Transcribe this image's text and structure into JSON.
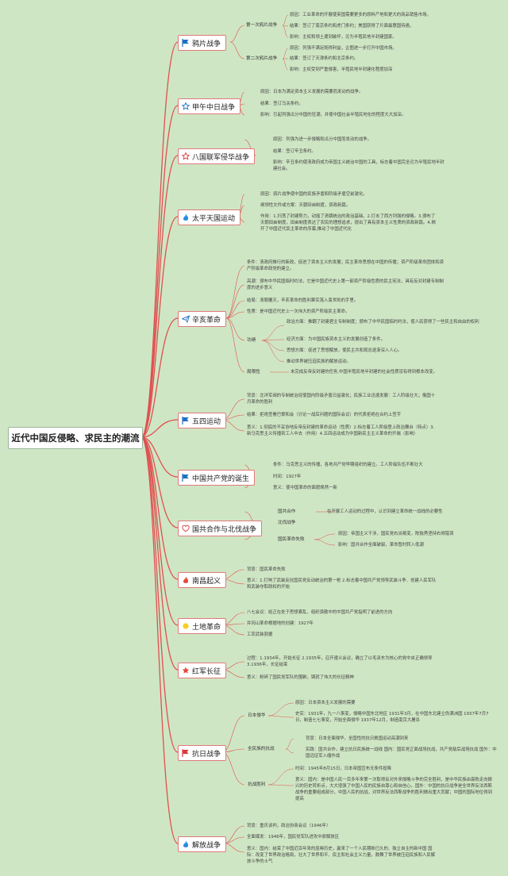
{
  "root": "近代中国反侵略、求民主的潮流",
  "opium": {
    "title": "鸦片战争",
    "war1": "第一次鸦片战争",
    "w1_cause": "原因：工业革命的开展使英国需要更多的原料产地和更大的商品销售市场。",
    "w1_result": "结果：签订了南京条约和虎门条约；美国获得了片面最惠国待遇。",
    "w1_impact": "影响：主权和领土遭到破坏，沦为半殖民地半封建国家。",
    "war2": "第二次鸦片战争",
    "w2_cause": "原因：列强不满足既得利益，企图进一步打开中国市场。",
    "w2_result": "结果：签订了天津条约和北京条约。",
    "w2_impact": "影响：主权受到严重侵害，半殖民地半封建化程度加深"
  },
  "sino_japanese": {
    "title": "甲午中日战争",
    "cause": "原因：日本为满足资本主义发展的需要而发动的战争。",
    "result": "结果：签订马关条约。",
    "impact": "影响：引起列强瓜分中国的狂潮，并使中国社会半殖民地化的程度大大加深。"
  },
  "eight_nation": {
    "title": "八国联军侵华战争",
    "cause": "原因：列强为进一步侵略和瓜分中国而发动的战争。",
    "result": "结果：签订辛丑条约。",
    "impact": "影响：辛丑条约使清政府成为帝国主义统治中国的工具，标志着中国完全沦为半殖民地半封建社会。"
  },
  "taiping": {
    "title": "太平天国运动",
    "cause": "原因：鸦片战争使中国的民族矛盾和阶级矛盾空前激化。",
    "docs": "纲领性文件或方案：天朝田亩制度，资政新篇。",
    "effect": "作用：1.扫荡了封建势力，动摇了清朝统治的政治基础。2.打击了西方列强的侵略。3.颁布了天朝田亩制度，田亩制度表达了农民的理想追求，提出了具有资本主义性质的资政新篇。4.揭开了中国近代民主革命的序幕,推动了中国近代化"
  },
  "xinhai": {
    "title": "辛亥革命",
    "conditions": "条件：清政府推行的新政，促进了资本主义的发展；民主革命思想在中国的传播；资产阶级革命团体和资产阶级革命政党的建立。",
    "wuchang": "高潮：颁布中华民国临时约法，它是中国近代史上第一部资产阶级性质的民主宪法，具有反对封建专制制度的进步意义",
    "result": "结局：清朝覆灭，辛亥革命的胜利果实落入袁世凯的手里。",
    "nature": "性质：是中国近代史上一次伟大的资产阶级民主革命。",
    "merit": "功绩",
    "m_political": "政治方面：推翻了封建君主专制制度；颁布了中华民国临时约法，使人民获得了一些民主和自由的权利",
    "m_economic": "经济方面：为中国民族资本主义的发展创造了条件。",
    "m_thought": "思想方面：促进了思想解放，使民主共和观念逐渐深入人心。",
    "m_colonial": "推动世界被压迫民族的解放运动。",
    "limit_label": "局限性",
    "limit": "未完成反帝反封建的任务,中国半殖民地半封建的社会性质没有得到根本改变。"
  },
  "may4": {
    "title": "五四运动",
    "background": "背景：北洋军阀的专制统治促使国内阶级矛盾日益激化；民族工业迅速发展：工人阶级壮大；俄国十月革命的胜利",
    "result": "结果：拒绝签署巴黎和会（讨论一战后问题的国际会议）的代表拒绝在合约上签字",
    "meaning": "意义：1.彻底的不妥协地反帝反封建的革命运动（性质）2.标志着工人阶级登上政治舞台（特点）3.新马克思主义传播到工人中去（作用）4.五四运动成为中国新民主主义革命的开端（影响）"
  },
  "ccp": {
    "title": "中国共产党的诞生",
    "conditions": "条件：马克思主义的传播，各地共产党早期组织的建立。工人阶级队伍不断壮大",
    "time": "时间：1927年",
    "meaning": "意义：使中国革命的面貌焕然一新"
  },
  "northern": {
    "title": "国共合作与北伐战争",
    "coop": "国共合作",
    "coop_text": "在开展工人运动的过程中，认识到建立革命统一战线的必要性",
    "expedition": "北伐战争",
    "failure": "国民革命失败",
    "f_cause": "原因：帝国主义干涉，国民党右派叛变，陈独秀坚持右倾错误",
    "f_impact": "影响：国共合作全面破裂，革命暂时转入低潮"
  },
  "nanchang": {
    "title": "南昌起义",
    "background": "背景：国民革命失败",
    "meaning": "意义：1.打响了武装反抗国民党反动统治的第一枪 2.标志着中国共产党领导武装斗争、创建人民军队和武装夺取政权的开始"
  },
  "land": {
    "title": "土地革命",
    "aug7": "八七会议：给正在处于思想紊乱、组织涣散中的中国共产党指明了前进的方向",
    "jinggang": "井冈山革命根据地的创建：1927年",
    "peasant": "工农武装割据"
  },
  "long_march": {
    "title": "红军长征",
    "process": "过程：1.1934年，开始长征 2.1935年，召开遵义会议，确立了以毛泽东为核心的党中央正确领导 3.1936年，长征结束",
    "meaning": "意义：粉碎了国民党军队的围剿，铸就了伟大的长征精神"
  },
  "anti_japan": {
    "title": "抗日战争",
    "invasion": "日本侵华",
    "i_cause": "原因：日本资本主义发展的需要",
    "i_history": "史实：1931年，九一八事变，侵略中国东北地区 1931年3月，在中国东北建立伪满洲国 1937年7月7日，制造七七事变，开始全面侵华 1937年12月，制造南京大屠杀",
    "resist": "全民族的抗战",
    "r_background": "背景：日本全面侵华，全国性的抗日救国运动高潮到来",
    "r_fact": "实践：国共合作，建立抗日民族统一战线 国内：国民党正面战场抗战，共产党敌后战场抗战 国外：中国远征军入缅作战",
    "victory": "抗战胜利",
    "v_time": "时间：1945年8月15日，日本帝国宣布无条件投降",
    "v_meaning": "意义：国内：是中国人民一百多年来第一次取得反对外来侵略斗争的完全胜利，是中华民族由衰败走向振兴的历史转折点，大大增强了中国人民的民族自尊心和自信心。国外：中国的抗日战争是全世界反法西斯战争的重要组成部分，中国人民的抗战，对世界反法西斯战争的胜利做出重大贡献；中国的国际地位得到提高"
  },
  "liberation": {
    "title": "解放战争",
    "background": "背景：重庆谈判，政治协商会议（1946年）",
    "outbreak": "全面爆发：1946年，国民党军队进攻中原解放区",
    "meaning": "意义：国内：结束了中国近百年来的屈辱历史，赢来了一个人民期盼已久的、独立自主的新中国 国际：改变了世界政治格局，壮大了世界和平、民主和社会主义力量，鼓舞了世界被压迫民族和人民解放斗争的士气"
  },
  "colors": {
    "background": "#cfe6c4",
    "branch": "#e05050",
    "border": "#e07a7a"
  }
}
